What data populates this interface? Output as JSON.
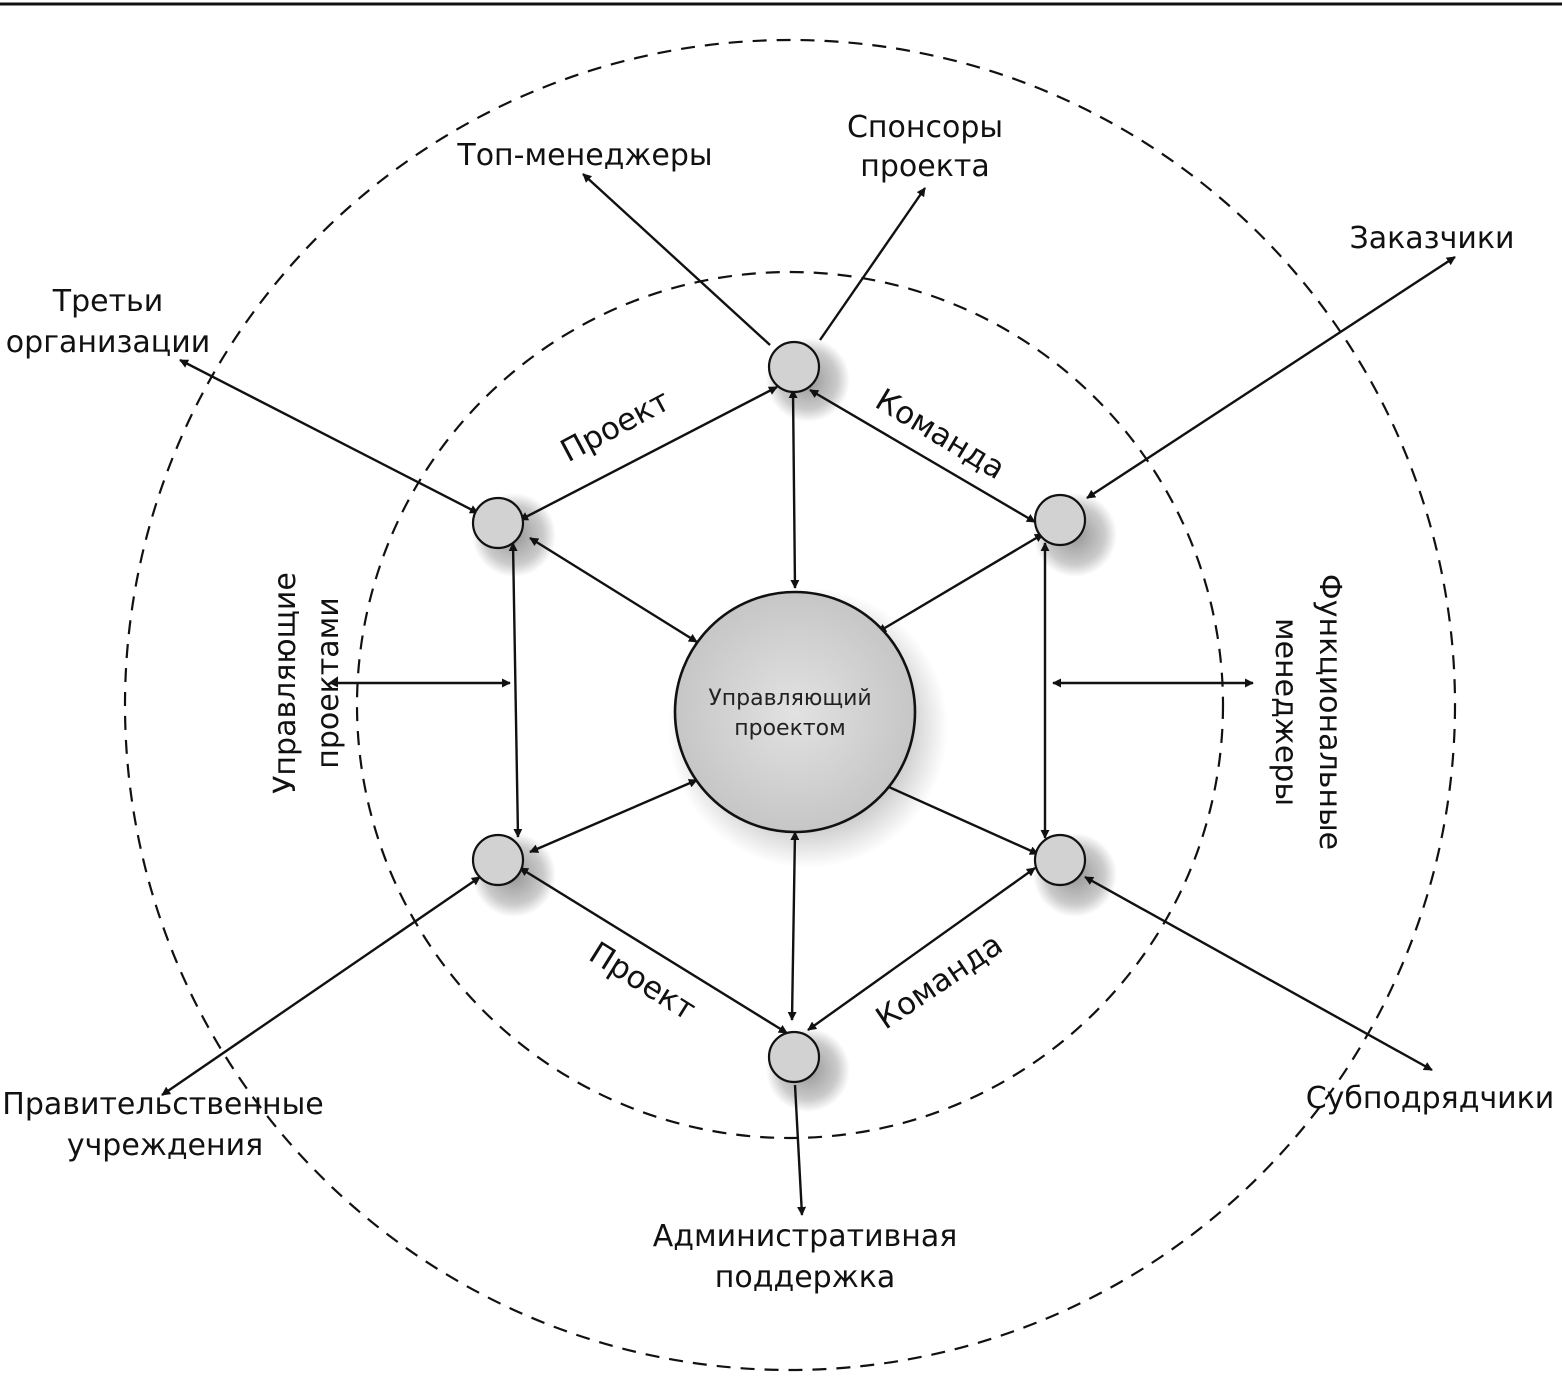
{
  "diagram": {
    "center": {
      "line1": "Управляющий",
      "line2": "проектом"
    },
    "outer_labels": {
      "top_managers": "Топ-менеджеры",
      "sponsors": {
        "line1": "Спонсоры",
        "line2": "проекта"
      },
      "customers": "Заказчики",
      "third_orgs": {
        "line1": "Третьи",
        "line2": "организации"
      },
      "government": {
        "line1": "Правительственные",
        "line2": "учреждения"
      },
      "subcontractors": "Субподрядчики",
      "admin_support": {
        "line1": "Административная",
        "line2": "поддержка"
      }
    },
    "side_labels": {
      "project_managers": {
        "line1": "Управляющие",
        "line2": "проектами"
      },
      "functional_managers": {
        "line1": "Функциональные",
        "line2": "менеджеры"
      }
    },
    "edge_labels": {
      "project_top": "Проект",
      "team_top": "Команда",
      "project_bottom": "Проект",
      "team_bottom": "Команда"
    },
    "colors": {
      "ink": "#111111",
      "node_fill": "#d2d2d2",
      "shadow": "#8a8a8a"
    }
  }
}
